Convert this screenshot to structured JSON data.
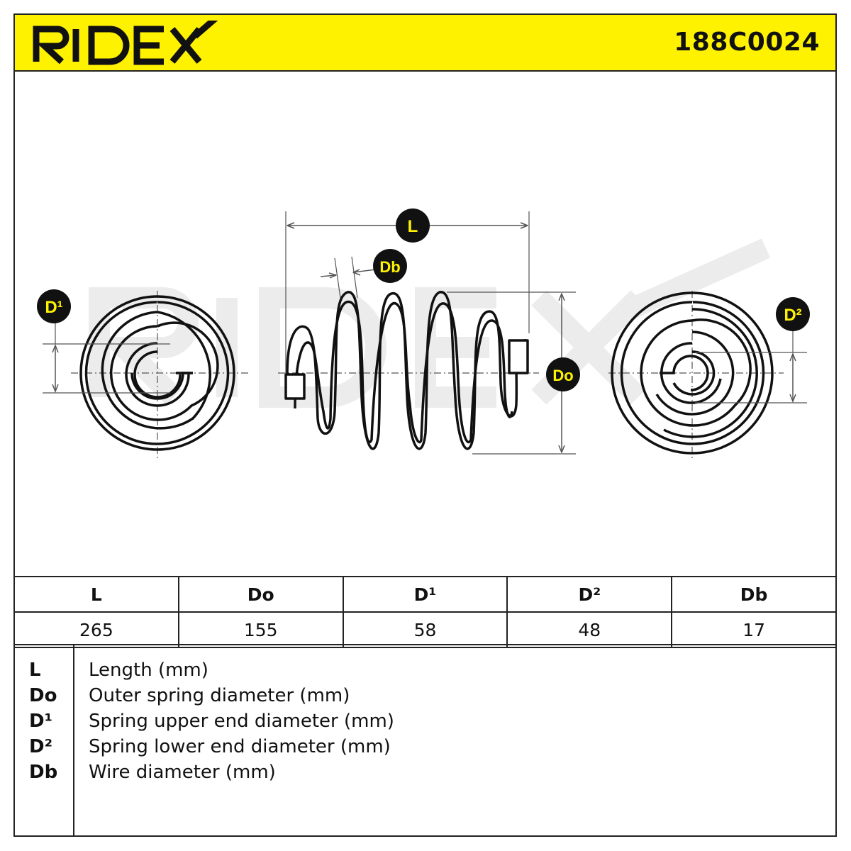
{
  "header": {
    "brand": "RIDEX",
    "part_number": "188C0024",
    "accent_color": "#fff200"
  },
  "drawing": {
    "watermark": "RIDEX",
    "labels": {
      "L": "L",
      "Db": "Db",
      "Do": "Do",
      "D1": "D¹",
      "D2": "D²"
    }
  },
  "specs": {
    "headers": [
      "L",
      "Do",
      "D¹",
      "D²",
      "Db"
    ],
    "values": [
      "265",
      "155",
      "58",
      "48",
      "17"
    ]
  },
  "legend": [
    {
      "symbol": "L",
      "description": "Length (mm)"
    },
    {
      "symbol": "Do",
      "description": "Outer spring diameter (mm)"
    },
    {
      "symbol": "D¹",
      "description": "Spring upper end diameter (mm)"
    },
    {
      "symbol": "D²",
      "description": "Spring lower end diameter (mm)"
    },
    {
      "symbol": "Db",
      "description": "Wire diameter (mm)"
    }
  ]
}
